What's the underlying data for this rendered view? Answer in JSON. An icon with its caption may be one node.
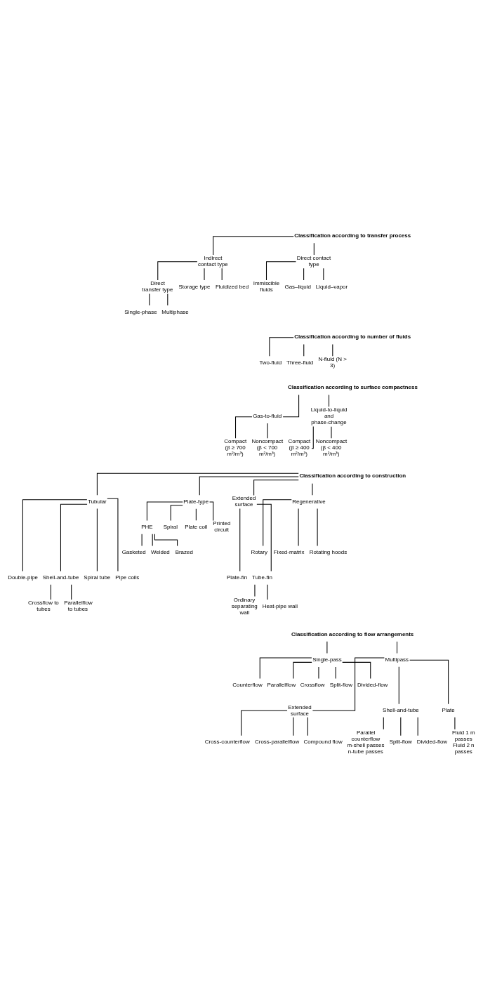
{
  "diagram": {
    "nodes": [
      {
        "text": [
          "Classification according to transfer process"
        ]
      },
      {
        "text": [
          "Indirect contact type"
        ]
      },
      {
        "text": [
          "Direct contact type"
        ]
      },
      {
        "text": [
          "Direct transfer type"
        ]
      },
      {
        "text": [
          "Storage type"
        ]
      },
      {
        "text": [
          "Fluidized bed"
        ]
      },
      {
        "text": [
          "Immiscible fluids"
        ]
      },
      {
        "text": [
          "Gas–liquid"
        ]
      },
      {
        "text": [
          "Liquid–vapor"
        ]
      },
      {
        "text": [
          "Single-phase"
        ]
      },
      {
        "text": [
          "Multiphase"
        ]
      },
      {
        "text": [
          "Classification according to number of fluids"
        ]
      },
      {
        "text": [
          "Two-fluid"
        ]
      },
      {
        "text": [
          "Three-fluid"
        ]
      },
      {
        "text": [
          "N-fluid (N > 3)"
        ]
      },
      {
        "text": [
          "Classification according to surface compactness"
        ]
      },
      {
        "text": [
          "Gas-to-fluid"
        ]
      },
      {
        "text": [
          "Liquid-to-liquid and phase-change"
        ]
      },
      {
        "text": [
          "Compact",
          "(β ≥ 700 m²/m³)"
        ]
      },
      {
        "text": [
          "Noncompact",
          "(β < 700 m²/m³)"
        ]
      },
      {
        "text": [
          "Compact",
          "(β ≥ 400 m²/m³)"
        ]
      },
      {
        "text": [
          "Noncompact",
          "(β < 400 m²/m³)"
        ]
      },
      {
        "text": [
          "Classification according to construction"
        ]
      },
      {
        "text": [
          "Tubular"
        ]
      },
      {
        "text": [
          "Plate-type"
        ]
      },
      {
        "text": [
          "Extended surface"
        ]
      },
      {
        "text": [
          "Regenerative"
        ]
      },
      {
        "text": [
          "PHE"
        ]
      },
      {
        "text": [
          "Spiral"
        ]
      },
      {
        "text": [
          "Plate coil"
        ]
      },
      {
        "text": [
          "Printed circuit"
        ]
      },
      {
        "text": [
          "Gasketed"
        ]
      },
      {
        "text": [
          "Welded"
        ]
      },
      {
        "text": [
          "Brazed"
        ]
      },
      {
        "text": [
          "Rotary"
        ]
      },
      {
        "text": [
          "Fixed-matrix"
        ]
      },
      {
        "text": [
          "Rotating hoods"
        ]
      },
      {
        "text": [
          "Plate-fin"
        ]
      },
      {
        "text": [
          "Tube-fin"
        ]
      },
      {
        "text": [
          "Double-pipe"
        ]
      },
      {
        "text": [
          "Shell-and-tube"
        ]
      },
      {
        "text": [
          "Spiral tube"
        ]
      },
      {
        "text": [
          "Pipe coils"
        ]
      },
      {
        "text": [
          "Ordinary separating wall"
        ]
      },
      {
        "text": [
          "Heat-pipe wall"
        ]
      },
      {
        "text": [
          "Crossflow to tubes"
        ]
      },
      {
        "text": [
          "Parallelflow to tubes"
        ]
      },
      {
        "text": [
          "Classification according to flow arrangements"
        ]
      },
      {
        "text": [
          "Single-pass"
        ]
      },
      {
        "text": [
          "Multipass"
        ]
      },
      {
        "text": [
          "Counterflow"
        ]
      },
      {
        "text": [
          "Parallelflow"
        ]
      },
      {
        "text": [
          "Crossflow"
        ]
      },
      {
        "text": [
          "Split-flow"
        ]
      },
      {
        "text": [
          "Divided-flow"
        ]
      },
      {
        "text": [
          "Extended surface"
        ]
      },
      {
        "text": [
          "Shell-and-tube"
        ]
      },
      {
        "text": [
          "Plate"
        ]
      },
      {
        "text": [
          "Cross-counterflow"
        ]
      },
      {
        "text": [
          "Cross-parallelflow"
        ]
      },
      {
        "text": [
          "Compound flow"
        ]
      },
      {
        "text": [
          "Parallel counterflow m-shell passes n-tube passes"
        ]
      },
      {
        "text": [
          "Split-flow"
        ]
      },
      {
        "text": [
          "Divided-flow"
        ]
      },
      {
        "text": [
          "Fluid 1 m passes",
          "Fluid 2 n passes"
        ]
      }
    ],
    "edges": [
      {
        "from": 0,
        "to": 1,
        "arrow": "none"
      },
      {
        "from": 0,
        "to": 2,
        "arrow": "none"
      },
      {
        "from": 1,
        "to": 3,
        "arrow": "none"
      },
      {
        "from": 1,
        "to": 4,
        "arrow": "none"
      },
      {
        "from": 1,
        "to": 5,
        "arrow": "none"
      },
      {
        "from": 2,
        "to": 6,
        "arrow": "none"
      },
      {
        "from": 2,
        "to": 7,
        "arrow": "none"
      },
      {
        "from": 2,
        "to": 8,
        "arrow": "none"
      },
      {
        "from": 3,
        "to": 9,
        "arrow": "none"
      },
      {
        "from": 3,
        "to": 10,
        "arrow": "none"
      },
      {
        "from": 11,
        "to": 12,
        "arrow": "none"
      },
      {
        "from": 11,
        "to": 13,
        "arrow": "none"
      },
      {
        "from": 11,
        "to": 14,
        "arrow": "none"
      },
      {
        "from": 15,
        "to": 16,
        "arrow": "none"
      },
      {
        "from": 15,
        "to": 17,
        "arrow": "none"
      },
      {
        "from": 16,
        "to": 18,
        "arrow": "none"
      },
      {
        "from": 16,
        "to": 19,
        "arrow": "none"
      },
      {
        "from": 17,
        "to": 20,
        "arrow": "none"
      },
      {
        "from": 17,
        "to": 21,
        "arrow": "none"
      },
      {
        "from": 22,
        "to": 23,
        "arrow": "none"
      },
      {
        "from": 22,
        "to": 24,
        "arrow": "none"
      },
      {
        "from": 22,
        "to": 25,
        "arrow": "none"
      },
      {
        "from": 22,
        "to": 26,
        "arrow": "none"
      },
      {
        "from": 24,
        "to": 27,
        "arrow": "none"
      },
      {
        "from": 24,
        "to": 28,
        "arrow": "none"
      },
      {
        "from": 24,
        "to": 29,
        "arrow": "none"
      },
      {
        "from": 24,
        "to": 30,
        "arrow": "none"
      },
      {
        "from": 27,
        "to": 31,
        "arrow": "none"
      },
      {
        "from": 27,
        "to": 32,
        "arrow": "none"
      },
      {
        "from": 27,
        "to": 33,
        "arrow": "none"
      },
      {
        "from": 26,
        "to": 34,
        "arrow": "none"
      },
      {
        "from": 26,
        "to": 35,
        "arrow": "none"
      },
      {
        "from": 26,
        "to": 36,
        "arrow": "none"
      },
      {
        "from": 25,
        "to": 37,
        "arrow": "none"
      },
      {
        "from": 25,
        "to": 38,
        "arrow": "none"
      },
      {
        "from": 23,
        "to": 39,
        "arrow": "none"
      },
      {
        "from": 23,
        "to": 40,
        "arrow": "none"
      },
      {
        "from": 23,
        "to": 41,
        "arrow": "none"
      },
      {
        "from": 23,
        "to": 42,
        "arrow": "none"
      },
      {
        "from": 38,
        "to": 43,
        "arrow": "none"
      },
      {
        "from": 38,
        "to": 44,
        "arrow": "none"
      },
      {
        "from": 40,
        "to": 45,
        "arrow": "none"
      },
      {
        "from": 40,
        "to": 46,
        "arrow": "none"
      },
      {
        "from": 47,
        "to": 48,
        "arrow": "none"
      },
      {
        "from": 47,
        "to": 49,
        "arrow": "none"
      },
      {
        "from": 48,
        "to": 50,
        "arrow": "none"
      },
      {
        "from": 48,
        "to": 51,
        "arrow": "none"
      },
      {
        "from": 48,
        "to": 52,
        "arrow": "none"
      },
      {
        "from": 48,
        "to": 53,
        "arrow": "none"
      },
      {
        "from": 48,
        "to": 54,
        "arrow": "none"
      },
      {
        "from": 49,
        "to": 55,
        "arrow": "none"
      },
      {
        "from": 49,
        "to": 56,
        "arrow": "none"
      },
      {
        "from": 49,
        "to": 57,
        "arrow": "none"
      },
      {
        "from": 55,
        "to": 58,
        "arrow": "none"
      },
      {
        "from": 55,
        "to": 59,
        "arrow": "none"
      },
      {
        "from": 55,
        "to": 60,
        "arrow": "none"
      },
      {
        "from": 56,
        "to": 61,
        "arrow": "none"
      },
      {
        "from": 56,
        "to": 62,
        "arrow": "none"
      },
      {
        "from": 56,
        "to": 63,
        "arrow": "none"
      },
      {
        "from": 57,
        "to": 64,
        "arrow": "none"
      }
    ]
  }
}
